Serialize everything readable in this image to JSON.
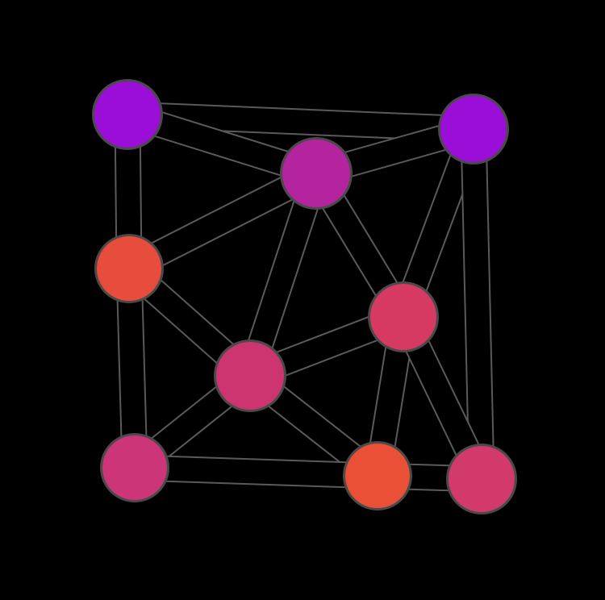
{
  "background": "#000000",
  "edge_color": "#000000",
  "edge_outline_color": "#5a5a5a",
  "node_outline_color": "#4a4a4a",
  "nodes": [
    {
      "id": "n1",
      "name": "node-top-left",
      "color": "#9b0ed8"
    },
    {
      "id": "n2",
      "name": "node-top-right",
      "color": "#9b0ed8"
    },
    {
      "id": "n3",
      "name": "node-top-center",
      "color": "#b5249f"
    },
    {
      "id": "n4",
      "name": "node-middle-left",
      "color": "#e84c3d"
    },
    {
      "id": "n5",
      "name": "node-middle-right",
      "color": "#d63a63"
    },
    {
      "id": "n6",
      "name": "node-center",
      "color": "#cc3570"
    },
    {
      "id": "n7",
      "name": "node-bottom-left",
      "color": "#cc3577"
    },
    {
      "id": "n8",
      "name": "node-bottom-center",
      "color": "#ea5036"
    },
    {
      "id": "n9",
      "name": "node-bottom-right",
      "color": "#d23a6c"
    }
  ],
  "edges": [
    [
      "n1",
      "n2"
    ],
    [
      "n1",
      "n3"
    ],
    [
      "n1",
      "n4"
    ],
    [
      "n2",
      "n3"
    ],
    [
      "n2",
      "n5"
    ],
    [
      "n2",
      "n9"
    ],
    [
      "n3",
      "n4"
    ],
    [
      "n3",
      "n5"
    ],
    [
      "n3",
      "n6"
    ],
    [
      "n4",
      "n6"
    ],
    [
      "n4",
      "n7"
    ],
    [
      "n5",
      "n6"
    ],
    [
      "n5",
      "n8"
    ],
    [
      "n5",
      "n9"
    ],
    [
      "n6",
      "n7"
    ],
    [
      "n6",
      "n8"
    ],
    [
      "n7",
      "n8"
    ],
    [
      "n8",
      "n9"
    ]
  ]
}
